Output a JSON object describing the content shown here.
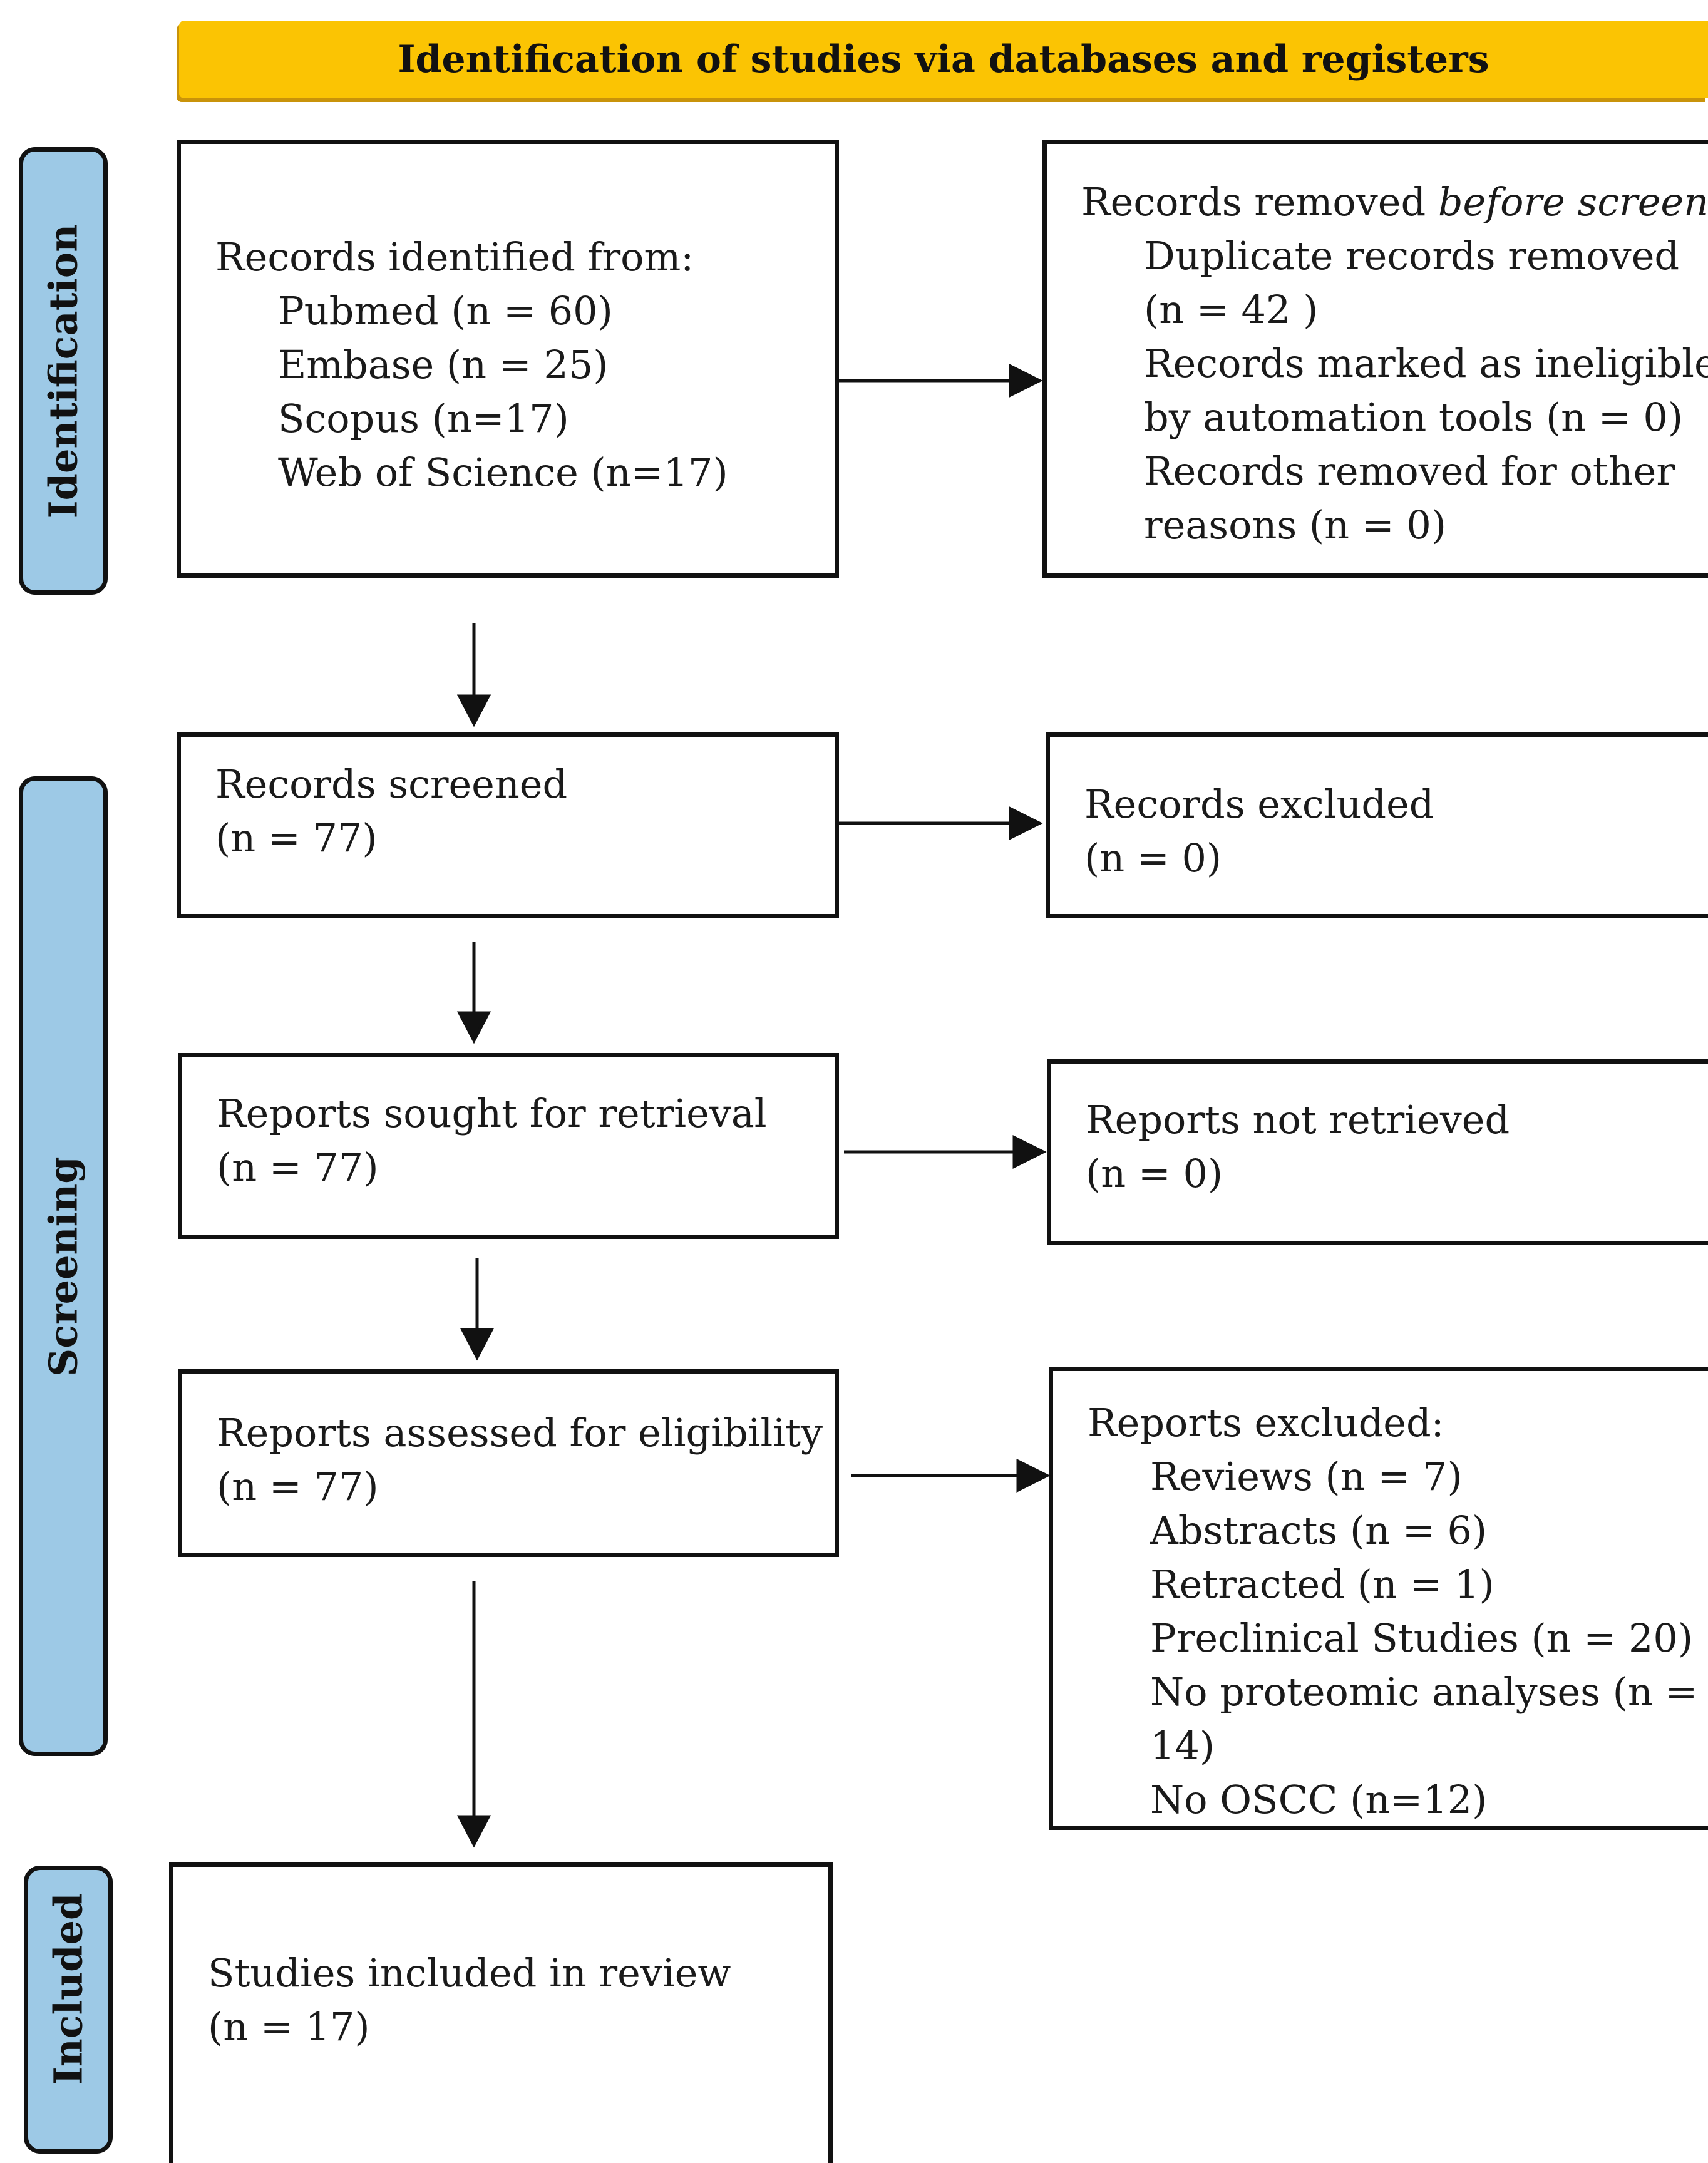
{
  "header": {
    "title": "Identification of studies via databases and registers"
  },
  "stages": {
    "identification": "Identification",
    "screening": "Screening",
    "included": "Included"
  },
  "identified": {
    "heading": "Records identified from:",
    "sources": [
      "Pubmed (n = 60)",
      "Embase (n = 25)",
      "Scopus (n=17)",
      "Web of Science (n=17)"
    ]
  },
  "removed": {
    "heading_prefix": "Records removed ",
    "heading_emphasis": "before screening",
    "heading_suffix": ":",
    "lines": [
      "Duplicate records removed",
      "(n = 42 )",
      "Records marked as ineligible",
      "by automation tools (n = 0)",
      "Records removed for other",
      "reasons (n = 0)"
    ]
  },
  "screened": {
    "title": "Records screened",
    "count": "(n = 77)"
  },
  "excluded": {
    "title": "Records excluded",
    "count": "(n = 0)"
  },
  "sought": {
    "title": "Reports sought for retrieval",
    "count": "(n = 77)"
  },
  "not_retrieved": {
    "title": "Reports not retrieved",
    "count": "(n = 0)"
  },
  "assessed": {
    "title": "Reports assessed for eligibility",
    "count": "(n = 77)"
  },
  "reports_excluded": {
    "heading": "Reports excluded:",
    "lines": [
      "Reviews (n = 7)",
      "Abstracts (n = 6)",
      "Retracted (n = 1)",
      "Preclinical Studies (n = 20)",
      "No proteomic analyses (n =",
      "14)",
      "No OSCC (n=12)"
    ]
  },
  "included_box": {
    "title": "Studies included in review",
    "count": "(n = 17)"
  }
}
